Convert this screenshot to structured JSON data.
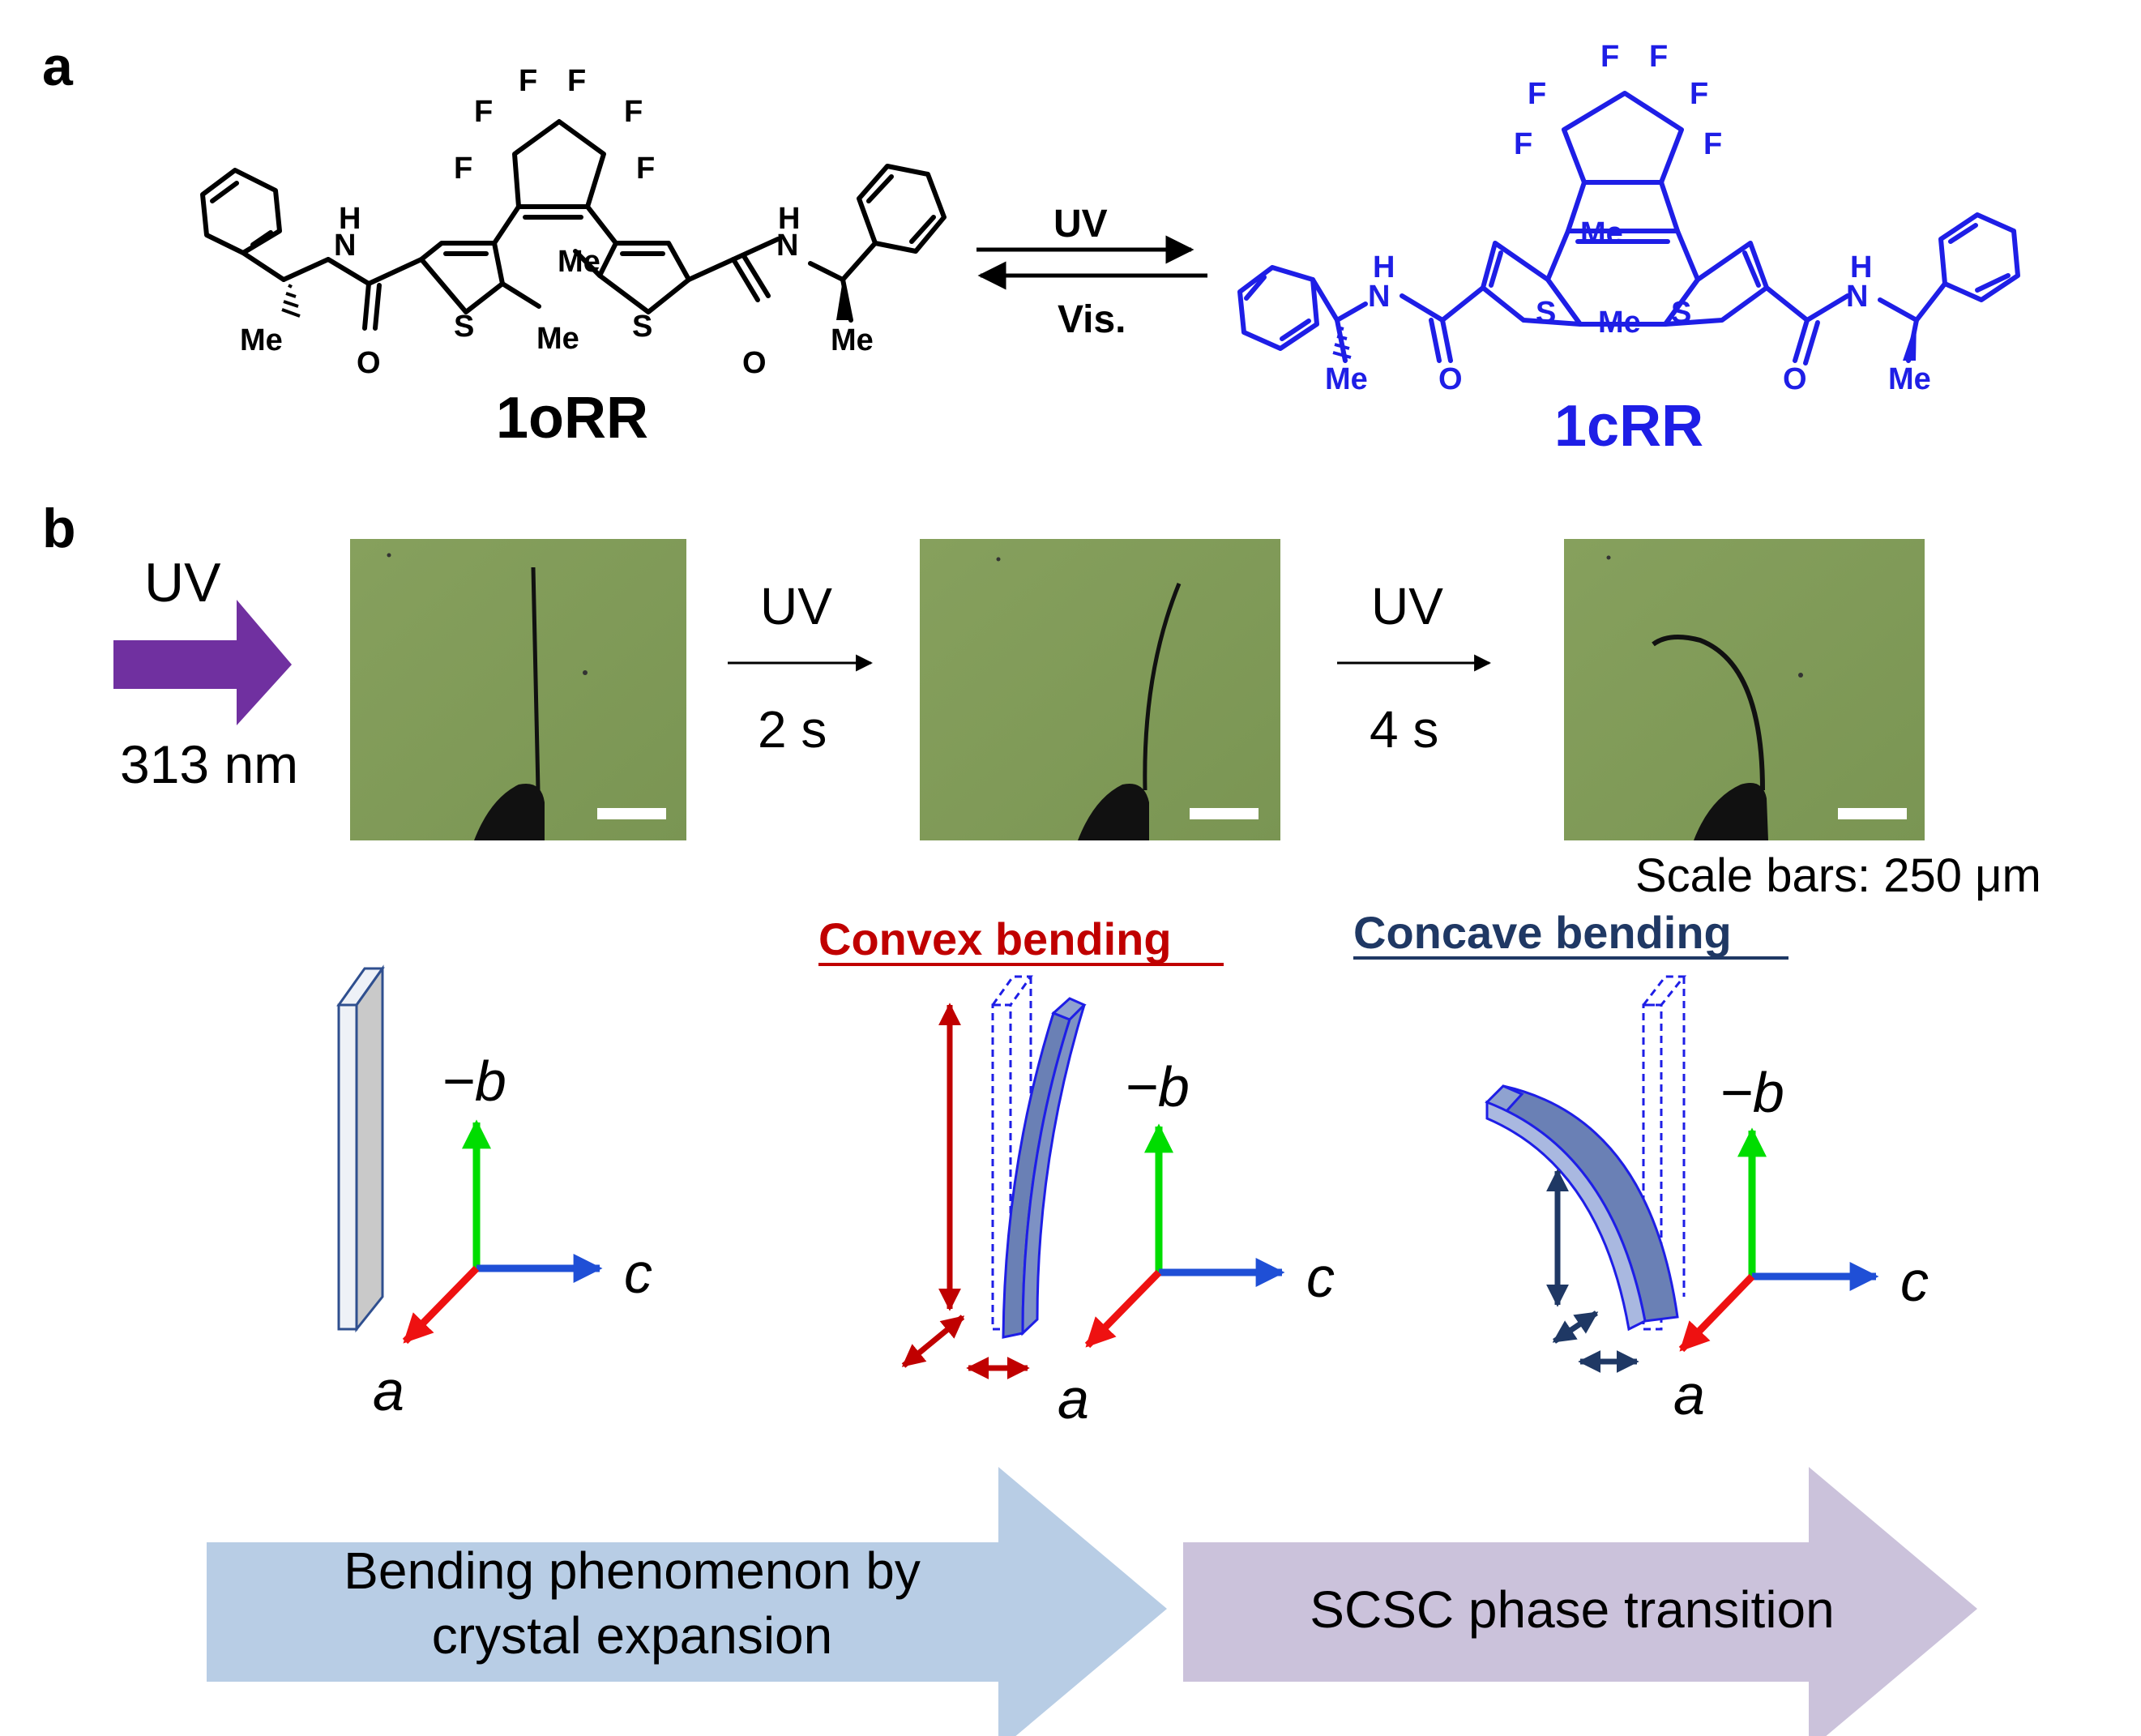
{
  "panel_a": {
    "label": "a",
    "reaction": {
      "forward": "UV",
      "backward": "Vis."
    },
    "open_isomer": {
      "name": "1oRR",
      "atoms": {
        "F": "F",
        "Me": "Me",
        "S": "S",
        "N": "N",
        "H": "H",
        "O": "O"
      }
    },
    "closed_isomer": {
      "name": "1cRR",
      "color": "#1e1ee6",
      "atoms": {
        "F": "F",
        "Me": "Me",
        "S": "S",
        "N": "N",
        "H": "H",
        "O": "O"
      }
    }
  },
  "panel_b": {
    "label": "b",
    "irradiation": {
      "source": "UV",
      "wavelength": "313 nm",
      "arrow_color": "#7030a0"
    },
    "steps": [
      {
        "label": "UV",
        "time": "2 s"
      },
      {
        "label": "UV",
        "time": "4 s"
      }
    ],
    "photos": [
      {
        "id": "photo-0s",
        "bend": "straight"
      },
      {
        "id": "photo-2s",
        "bend": "slight"
      },
      {
        "id": "photo-6s",
        "bend": "strong"
      }
    ],
    "photo_bg": "#7f9a57",
    "scale_note": "Scale bars: 250 μm",
    "modes": [
      {
        "title": "Convex bending",
        "color": "#c00000"
      },
      {
        "title": "Concave bending",
        "color": "#1f3864"
      }
    ],
    "axes": {
      "up": "−b",
      "right": "c",
      "down": "a"
    },
    "axis_colors": {
      "b": "#00dd00",
      "c": "#1f4fd6",
      "a": "#ee1111"
    },
    "process_arrows": [
      {
        "lines": [
          "Bending phenomenon by",
          "crystal expansion"
        ],
        "color": "#b8cde5"
      },
      {
        "lines": [
          "SCSC phase transition"
        ],
        "color": "#cbc2db"
      }
    ]
  }
}
